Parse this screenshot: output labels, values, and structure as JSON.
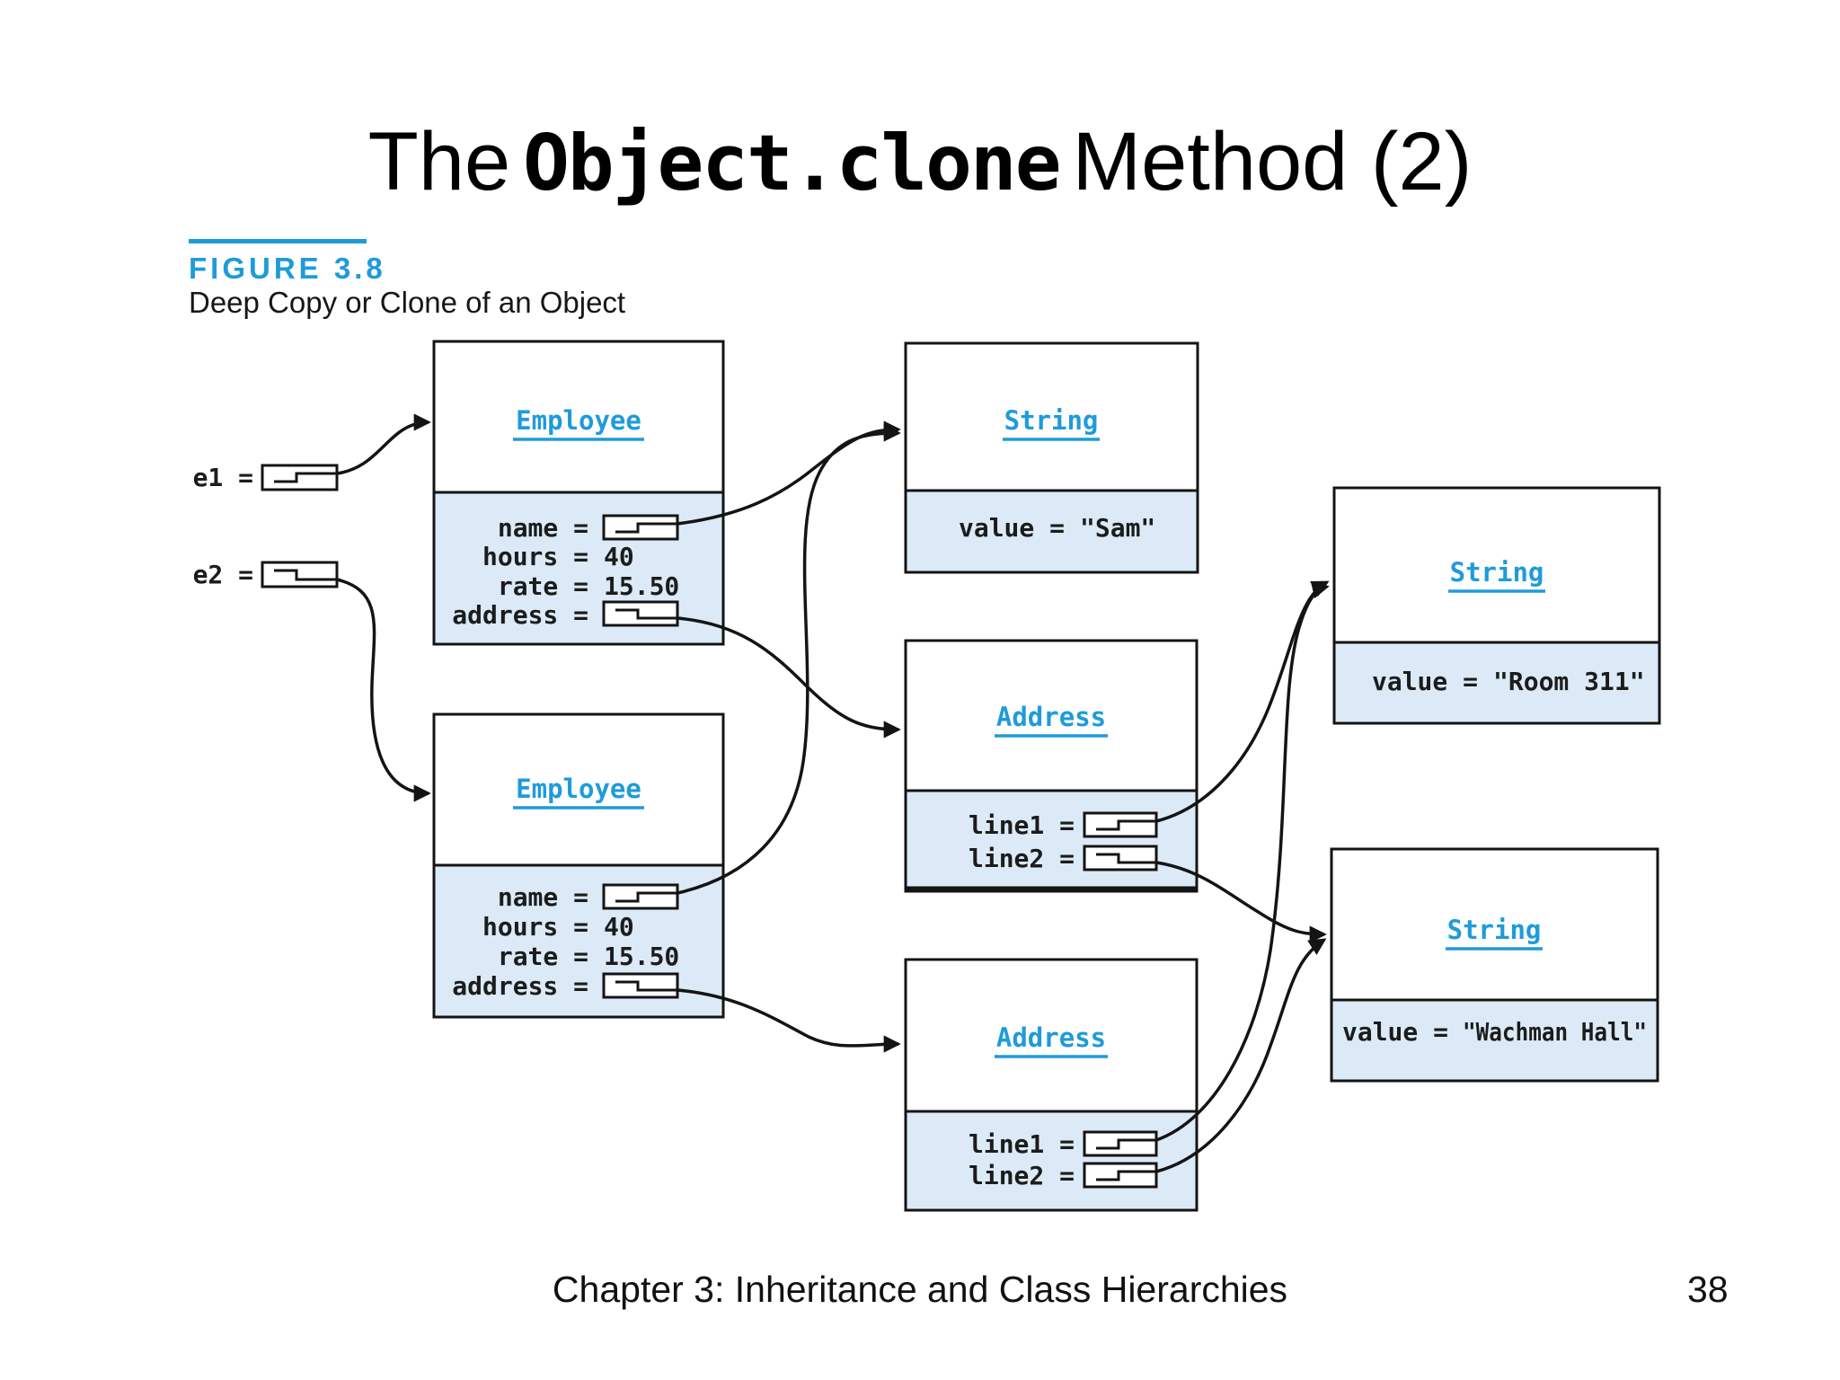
{
  "title": {
    "pre": "The",
    "code": "Object.clone",
    "post": "Method (2)"
  },
  "figure": {
    "label": "FIGURE 3.8",
    "caption": "Deep Copy or Clone of an Object"
  },
  "footer": {
    "chapter": "Chapter 3: Inheritance and Class Hierarchies",
    "page": "38"
  },
  "colors": {
    "accent_blue": "#1f9bd9",
    "panel_fill": "#dbeaf6",
    "line": "#141414"
  },
  "vars": {
    "e1": "e1 =",
    "e2": "e2 ="
  },
  "boxes": {
    "employee1": {
      "title": "Employee",
      "fields": [
        {
          "label": "name ="
        },
        {
          "label": "hours =",
          "value": "40"
        },
        {
          "label": "rate =",
          "value": "15.50"
        },
        {
          "label": "address ="
        }
      ]
    },
    "employee2": {
      "title": "Employee",
      "fields": [
        {
          "label": "name ="
        },
        {
          "label": "hours =",
          "value": "40"
        },
        {
          "label": "rate =",
          "value": "15.50"
        },
        {
          "label": "address ="
        }
      ]
    },
    "string1": {
      "title": "String",
      "label": "value =",
      "value": "\"Sam\""
    },
    "address1": {
      "title": "Address",
      "fields": [
        {
          "label": "line1 ="
        },
        {
          "label": "line2 ="
        }
      ]
    },
    "address2": {
      "title": "Address",
      "fields": [
        {
          "label": "line1 ="
        },
        {
          "label": "line2 ="
        }
      ]
    },
    "string2": {
      "title": "String",
      "label": "value =",
      "value": "\"Room 311\""
    },
    "string3": {
      "title": "String",
      "label": "value =",
      "value": "\"Wachman Hall\""
    }
  },
  "arrows": [
    {
      "from": "e1",
      "to": "employee1"
    },
    {
      "from": "e2",
      "to": "employee2"
    },
    {
      "from": "employee1.name",
      "to": "string1"
    },
    {
      "from": "employee2.name",
      "to": "string1"
    },
    {
      "from": "employee1.address",
      "to": "address1"
    },
    {
      "from": "employee2.address",
      "to": "address2"
    },
    {
      "from": "address1.line1",
      "to": "string2"
    },
    {
      "from": "address1.line2",
      "to": "string3"
    },
    {
      "from": "address2.line1",
      "to": "string2"
    },
    {
      "from": "address2.line2",
      "to": "string3"
    }
  ]
}
